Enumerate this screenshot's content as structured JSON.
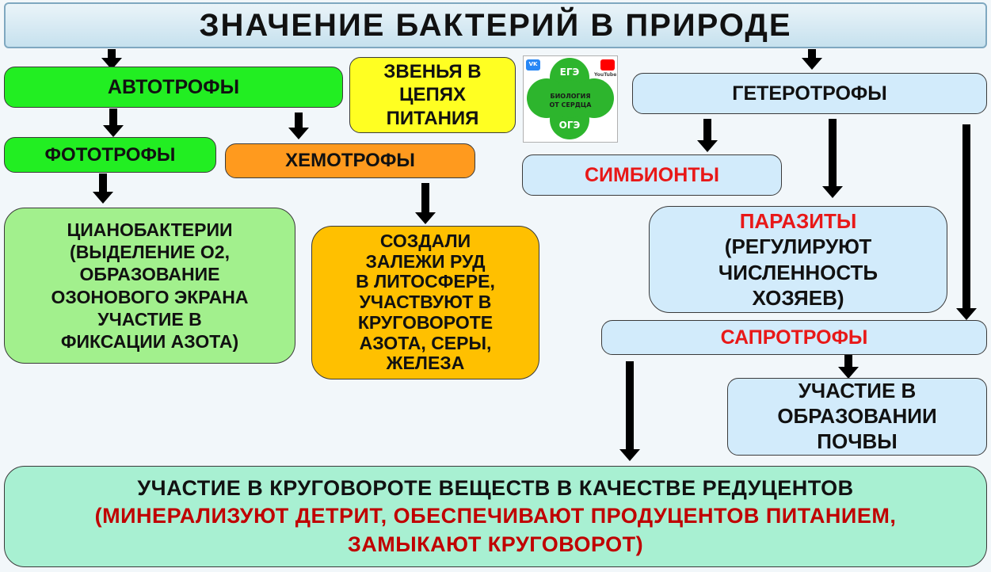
{
  "title": "ЗНАЧЕНИЕ БАКТЕРИЙ В ПРИРОДЕ",
  "autotrophs": "АВТОТРОФЫ",
  "links": [
    "ЗВЕНЬЯ В",
    "ЦЕПЯХ",
    "ПИТАНИЯ"
  ],
  "phototrophs": "ФОТОТРОФЫ",
  "chemotrophs": "ХЕМОТРОФЫ",
  "cyano": [
    "ЦИАНОБАКТЕРИИ",
    "(ВЫДЕЛЕНИЕ О2,",
    "ОБРАЗОВАНИЕ",
    "ОЗОНОВОГО ЭКРАНА",
    "УЧАСТИЕ В",
    "ФИКСАЦИИ АЗОТА)"
  ],
  "chemo_role": [
    "СОЗДАЛИ",
    "ЗАЛЕЖИ РУД",
    "В ЛИТОСФЕРЕ,",
    "УЧАСТВУЮТ В",
    "КРУГОВОРОТЕ",
    "АЗОТА, СЕРЫ,",
    "ЖЕЛЕЗА"
  ],
  "logo": {
    "vk": "VK",
    "ege": "ЕГЭ",
    "oge": "ОГЭ",
    "youtube": "YouTube",
    "center": [
      "БИОЛОГИЯ",
      "ОТ СЕРДЦА"
    ]
  },
  "heterotrophs": "ГЕТЕРОТРОФЫ",
  "symbionts": "СИМБИОНТЫ",
  "parasites": {
    "name": "ПАРАЗИТЫ",
    "desc": [
      "(РЕГУЛИРУЮТ",
      "ЧИСЛЕННОСТЬ",
      "ХОЗЯЕВ)"
    ]
  },
  "saprotrophs": "САПРОТРОФЫ",
  "soil": [
    "УЧАСТИЕ В",
    "ОБРАЗОВАНИИ",
    "ПОЧВЫ"
  ],
  "bottom": {
    "line1": "УЧАСТИЕ В КРУГОВОРОТЕ ВЕЩЕСТВ В КАЧЕСТВЕ РЕДУЦЕНТОВ",
    "line2": "(МИНЕРАЛИЗУЮТ ДЕТРИТ, ОБЕСПЕЧИВАЮТ ПРОДУЦЕНТОВ ПИТАНИЕМ,",
    "line3": "ЗАМЫКАЮТ КРУГОВОРОТ)"
  },
  "colors": {
    "autotroph_green": "#22ee22",
    "chemotroph_orange": "#ff9a1e",
    "links_yellow": "#ffff22",
    "cyano_green": "#a2f08d",
    "chemo_gold": "#ffc000",
    "heterotroph_blue": "#d2ebfb",
    "bottom_mint": "#a8f0d2",
    "emphasis_red": "#e81818"
  }
}
